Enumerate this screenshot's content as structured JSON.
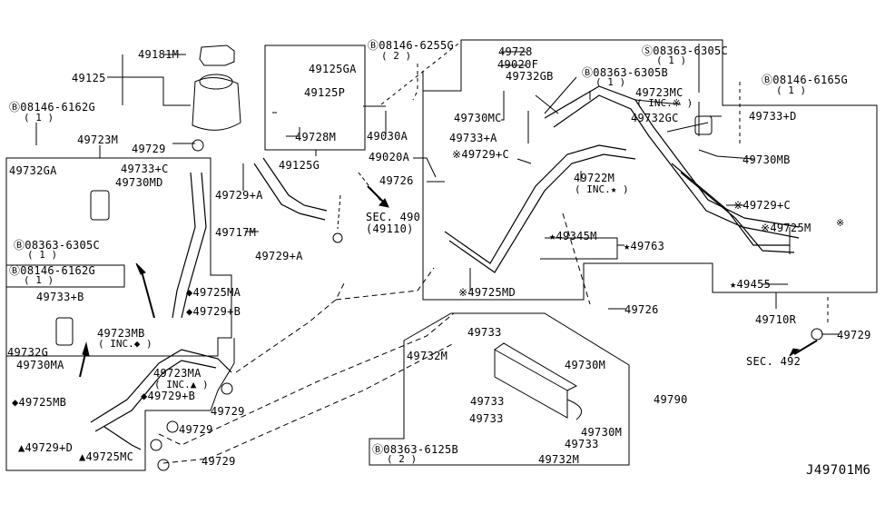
{
  "diagram": {
    "title_code": "J49701M6",
    "colors": {
      "line": "#000000",
      "background": "#ffffff"
    },
    "labels": {
      "p49181M": "49181M",
      "p49125": "49125",
      "b_08146_6162G_top": "Ⓑ08146-6162G",
      "b_08146_6162G_top_qty": "( 1 )",
      "p49723M": "49723M",
      "p49729_res": "49729",
      "p49732GA": "49732GA",
      "p49733C": "49733+C",
      "p49730MD": "49730MD",
      "b_08363_6305C_left": "Ⓑ08363-6305C",
      "b_08363_6305C_left_qty": "( 1 )",
      "b_08146_6162G_mid": "Ⓑ08146-6162G",
      "b_08146_6162G_mid_qty": "( 1 )",
      "p49733B": "49733+B",
      "p49732G": "49732G",
      "p49730MA": "49730MA",
      "p49723MB": "49723MB",
      "p49723MB_inc": "( INC.◆ )",
      "p49725MA": "◆49725MA",
      "p49729B_top": "◆49729+B",
      "p49723MA": "49723MA",
      "p49723MA_inc": "( INC.▲ )",
      "p49729B_mid": "◆49729+B",
      "p49725MB": "◆49725MB",
      "p49729D": "▲49729+D",
      "p49725MC": "▲49725MC",
      "p49729_a": "49729",
      "p49729_b": "49729",
      "p49729_c": "49729",
      "p49125GA": "49125GA",
      "p49125P": "49125P",
      "p49728M": "49728M",
      "p49125G": "49125G",
      "p49030A": "49030A",
      "b_08146_6255G": "Ⓑ08146-6255G",
      "b_08146_6255G_qty": "( 2 )",
      "p49729A_top": "49729+A",
      "p49717M": "49717M",
      "p49729A_bot": "49729+A",
      "sec490": "SEC. 490",
      "sec490_sub": "(49110)",
      "p49020A": "49020A",
      "p49726_top": "49726",
      "p49728": "49728",
      "p49020F": "49020F",
      "p49732GB": "49732GB",
      "p49730MC": "49730MC",
      "p49733A": "49733+A",
      "p49729C_left": "※49729+C",
      "p49722M": "49722M",
      "p49722M_inc": "( INC.★ )",
      "p49345M": "★49345M",
      "p49763": "★49763",
      "p49725MD": "※49725MD",
      "p49726_bot": "49726",
      "s_08363_6305C": "Ⓢ08363-6305C",
      "s_08363_6305C_qty": "( 1 )",
      "b_08363_6305B": "Ⓑ08363-6305B",
      "b_08363_6305B_qty": "( 1 )",
      "p49723MC": "49723MC",
      "p49723MC_inc": "( INC.※ )",
      "p49732GC": "49732GC",
      "b_08146_6165G": "Ⓑ08146-6165G",
      "b_08146_6165G_qty": "( 1 )",
      "p49733D": "49733+D",
      "p49730MB": "49730MB",
      "p49729C_right": "※49729+C",
      "p49725M": "※49725M",
      "p49725M_mark": "※",
      "p49455": "★49455",
      "p49710R": "49710R",
      "p49729_right": "49729",
      "sec492": "SEC. 492",
      "p49733_1": "49733",
      "p49732M_top": "49732M",
      "p49733_2": "49733",
      "p49730M_top": "49730M",
      "p49733_3": "49733",
      "p49730M_bot": "49730M",
      "p49733_4": "49733",
      "p49790": "49790",
      "b_08363_6125B": "Ⓑ08363-6125B",
      "b_08363_6125B_qty": "( 2 )",
      "p49732M_bot": "49732M"
    }
  }
}
